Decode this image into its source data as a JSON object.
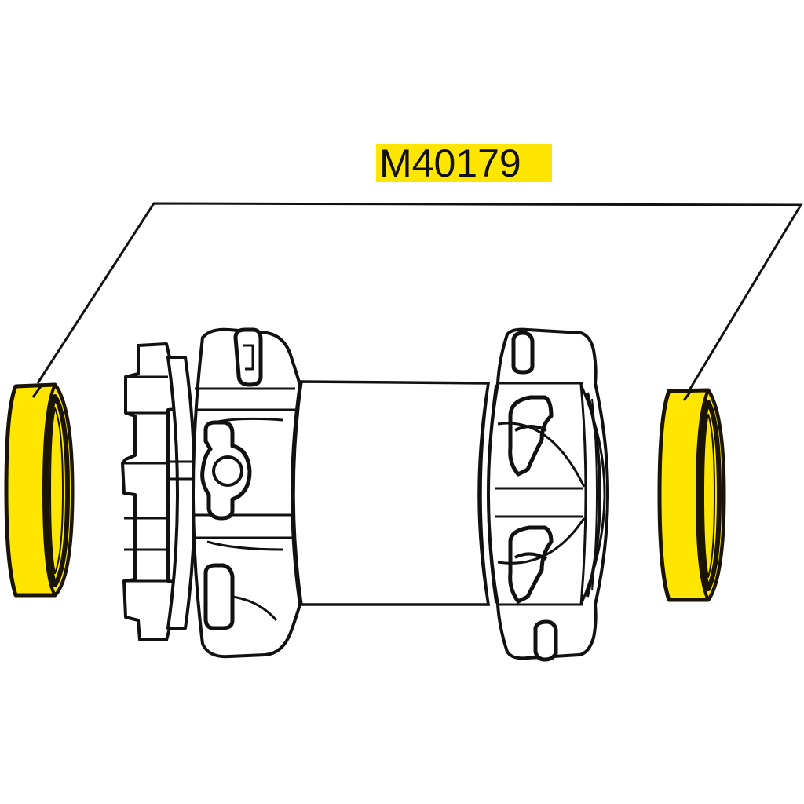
{
  "diagram": {
    "type": "exploded-parts-view",
    "subject": "bottom bracket assembly",
    "callout": {
      "part_number": "M40179",
      "highlight_color": "#FFE600",
      "applies_to": [
        "left-bearing",
        "right-bearing"
      ]
    },
    "parts": [
      {
        "id": "left-bearing",
        "highlighted": true
      },
      {
        "id": "left-cup-with-lockring",
        "highlighted": false
      },
      {
        "id": "center-sleeve",
        "highlighted": false
      },
      {
        "id": "right-cup",
        "highlighted": false
      },
      {
        "id": "right-bearing",
        "highlighted": true
      }
    ],
    "colors": {
      "line": "#111111",
      "highlight": "#FFE600",
      "background": "#FFFFFF"
    }
  }
}
